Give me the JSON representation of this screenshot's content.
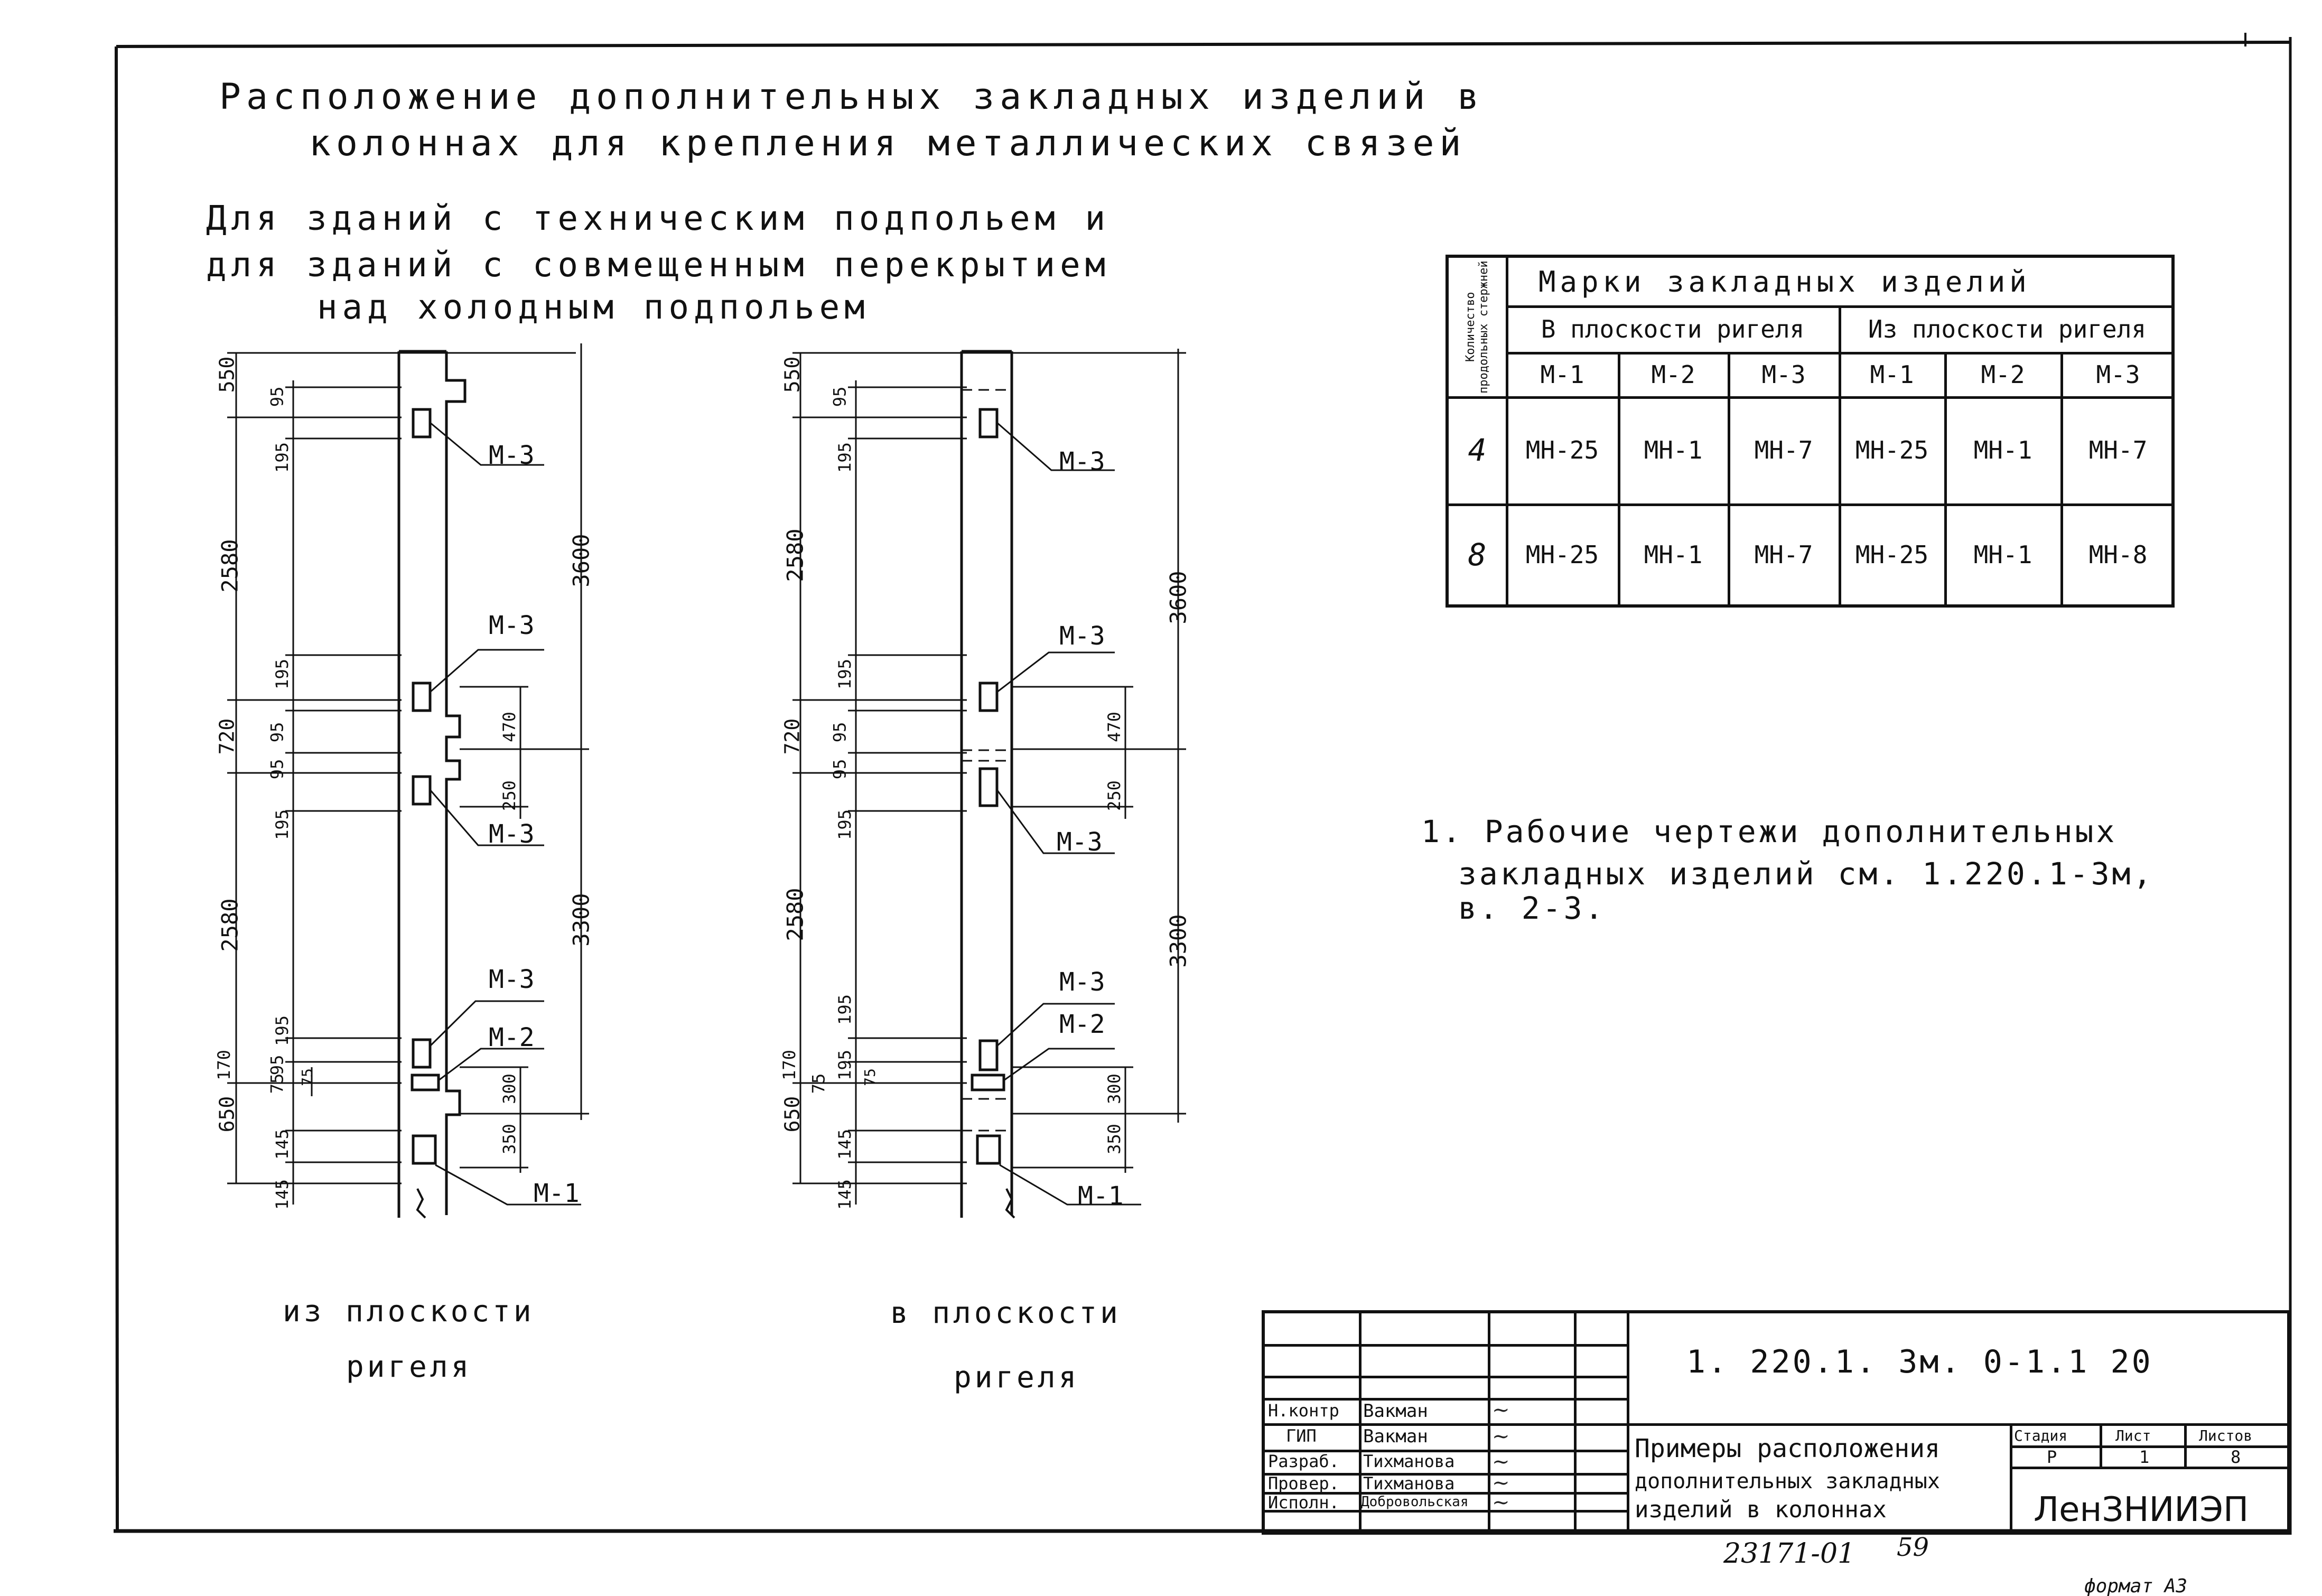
{
  "title": {
    "line1": "Расположение дополнительных закладных изделий в",
    "line2": "колоннах для крепления металлических связей"
  },
  "subtitle": {
    "line1": "Для зданий с техническим подпольем и",
    "line2": "для зданий с совмещенным перекрытием",
    "line3": "над холодным подпольем"
  },
  "views": [
    {
      "caption_line1": "из плоскости",
      "caption_line2": "ригеля",
      "dims_outer": [
        "550",
        "2580",
        "720",
        "2580",
        "650"
      ],
      "dims_right": [
        "3600",
        "3300"
      ],
      "dims_small": [
        "95",
        "195",
        "195",
        "95",
        "95",
        "195",
        "195",
        "170",
        "75",
        "95",
        "75",
        "145",
        "145",
        "470",
        "250",
        "300",
        "350"
      ],
      "labels": [
        "М-3",
        "М-3",
        "М-3",
        "М-3",
        "М-2",
        "М-1"
      ]
    },
    {
      "caption_line1": "в плоскости",
      "caption_line2": "ригеля",
      "dims_outer": [
        "550",
        "2580",
        "720",
        "2580",
        "650"
      ],
      "dims_right": [
        "3600",
        "3300"
      ],
      "dims_small": [
        "95",
        "195",
        "195",
        "95",
        "95",
        "195",
        "195",
        "170",
        "75",
        "195",
        "75",
        "145",
        "145",
        "470",
        "250",
        "300",
        "350"
      ],
      "labels": [
        "М-3",
        "М-3",
        "М-3",
        "М-3",
        "М-2",
        "М-1"
      ]
    }
  ],
  "marks_table": {
    "corner_header": "Количество продольных стержней",
    "main_header": "Марки закладных изделий",
    "group_in_plane": "В плоскости ригеля",
    "group_out_plane": "Из плоскости ригеля",
    "columns": [
      "М-1",
      "М-2",
      "М-3",
      "М-1",
      "М-2",
      "М-3"
    ],
    "rows": [
      {
        "count": "4",
        "cells": [
          "МН-25",
          "МН-1",
          "МН-7",
          "МН-25",
          "МН-1",
          "МН-7"
        ]
      },
      {
        "count": "8",
        "cells": [
          "МН-25",
          "МН-1",
          "МН-7",
          "МН-25",
          "МН-1",
          "МН-8"
        ]
      }
    ]
  },
  "note": {
    "line1": "1. Рабочие чертежи дополнительных",
    "line2": "закладных изделий см. 1.220.1-3м,",
    "line3": "в. 2-3."
  },
  "title_block": {
    "code": "1. 220.1. 3м. 0-1.1   20",
    "name_line1": "Примеры расположения",
    "name_line2": "дополнительных закладных",
    "name_line3": "изделий в колоннах",
    "stage_label": "Стадия",
    "sheet_label": "Лист",
    "sheets_label": "Листов",
    "stage": "Р",
    "sheet": "1",
    "sheets": "8",
    "organization": "ЛенЗНИИЭП",
    "roles": [
      {
        "role": "Н.контр",
        "name": "Вакман"
      },
      {
        "role": "ГИП",
        "name": "Вакман"
      },
      {
        "role": "Разраб.",
        "name": "Тихманова"
      },
      {
        "role": "Провер.",
        "name": "Тихманова"
      },
      {
        "role": "Исполн.",
        "name": "Добровольская"
      }
    ]
  },
  "footer": {
    "inventory": "23171-01",
    "page": "59",
    "format": "формат А3"
  }
}
